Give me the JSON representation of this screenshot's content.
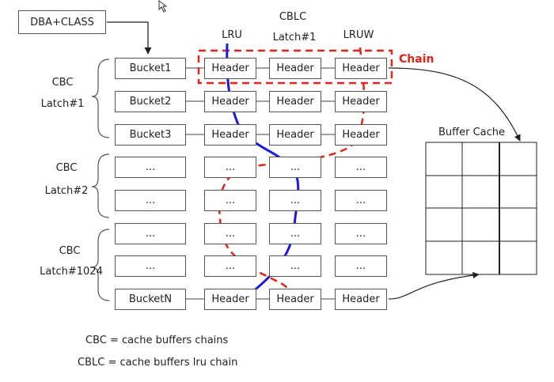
{
  "top_left_box": "DBA+CLASS",
  "cblc_labels": {
    "title": "CBLC",
    "lru": "LRU",
    "latch": "Latch#1",
    "lruw": "LRUW"
  },
  "chain_label": "Chain",
  "cbc_groups": [
    {
      "title": "CBC",
      "latch": "Latch#1"
    },
    {
      "title": "CBC",
      "latch": "Latch#2"
    },
    {
      "title": "CBC",
      "latch": "Latch#1024"
    }
  ],
  "rows": [
    {
      "bucket": "Bucket1",
      "cells": [
        "Header",
        "Header",
        "Header"
      ]
    },
    {
      "bucket": "Bucket2",
      "cells": [
        "Header",
        "Header",
        "Header"
      ]
    },
    {
      "bucket": "Bucket3",
      "cells": [
        "Header",
        "Header",
        "Header"
      ]
    },
    {
      "bucket": "...",
      "cells": [
        "...",
        "...",
        "..."
      ]
    },
    {
      "bucket": "...",
      "cells": [
        "...",
        "...",
        "..."
      ]
    },
    {
      "bucket": "...",
      "cells": [
        "...",
        "...",
        "..."
      ]
    },
    {
      "bucket": "...",
      "cells": [
        "...",
        "...",
        "..."
      ]
    },
    {
      "bucket": "BucketN",
      "cells": [
        "Header",
        "Header",
        "Header"
      ]
    }
  ],
  "buffer_cache": {
    "title": "Buffer Cache",
    "rows": 4,
    "cols": 3
  },
  "legend": [
    "CBC = cache buffers chains",
    "CBLC = cache buffers lru chain"
  ],
  "colors": {
    "lru_line": "#1a1adf",
    "lruw_line": "#e2231a",
    "chain_box": "#e2231a",
    "box_border": "#555555"
  }
}
